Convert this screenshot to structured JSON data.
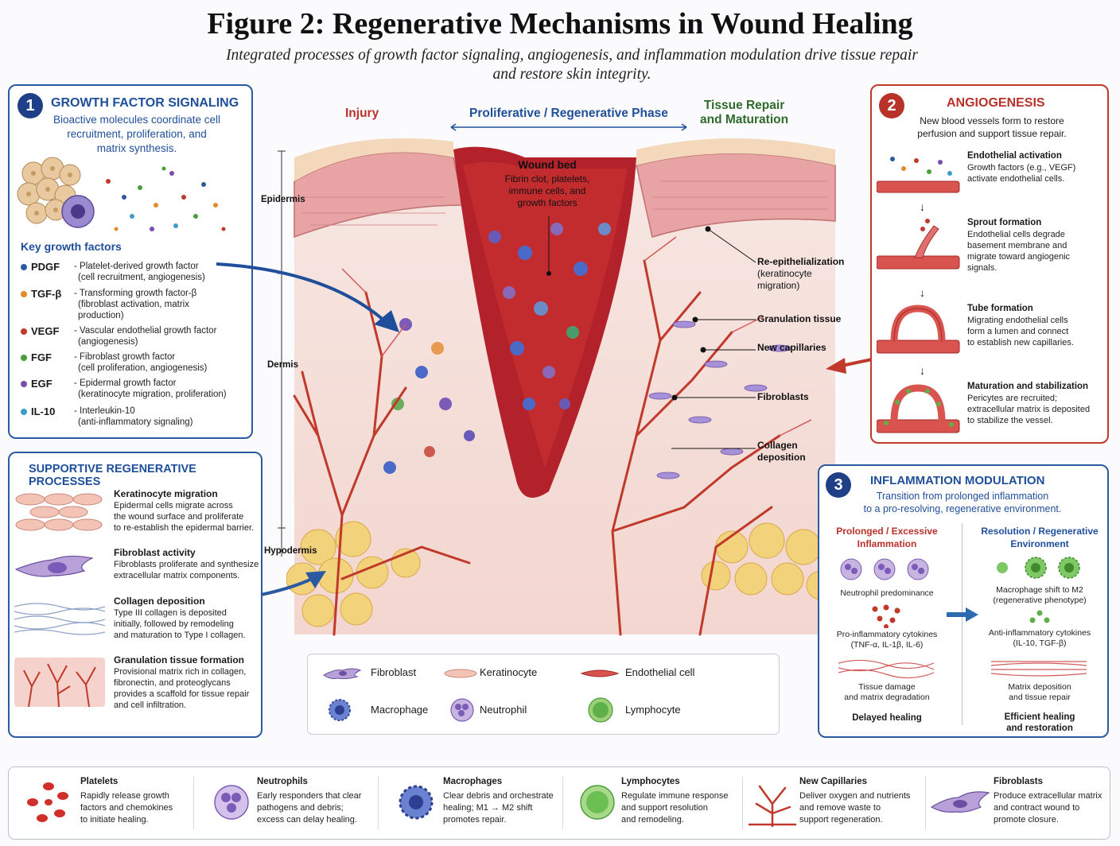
{
  "header": {
    "title": "Figure 2: Regenerative Mechanisms in Wound Healing",
    "subtitle_line1": "Integrated processes of growth factor signaling, angiogenesis, and inflammation modulation drive tissue repair",
    "subtitle_line2": "and restore skin integrity."
  },
  "growth_factor": {
    "number": "1",
    "title": "GROWTH FACTOR SIGNALING",
    "desc_lines": [
      "Bioactive molecules coordinate cell",
      "recruitment, proliferation, and",
      "matrix synthesis."
    ],
    "key_heading": "Key growth factors",
    "factors": [
      {
        "abbr": "PDGF",
        "color": "#2c5aa0",
        "line1": "- Platelet-derived growth factor",
        "line2": "(cell recruitment, angiogenesis)",
        "line3": ""
      },
      {
        "abbr": "TGF-β",
        "color": "#e58a2c",
        "line1": "- Transforming growth factor-β",
        "line2": "(fibroblast activation, matrix",
        "line3": "production)"
      },
      {
        "abbr": "VEGF",
        "color": "#c0392b",
        "line1": "- Vascular endothelial growth factor",
        "line2": "(angiogenesis)",
        "line3": ""
      },
      {
        "abbr": "FGF",
        "color": "#4a9d3a",
        "line1": "- Fibroblast growth factor",
        "line2": "(cell proliferation, angiogenesis)",
        "line3": ""
      },
      {
        "abbr": "EGF",
        "color": "#7b4bb0",
        "line1": "- Epidermal growth factor",
        "line2": "(keratinocyte migration, proliferation)",
        "line3": ""
      },
      {
        "abbr": "IL-10",
        "color": "#3d9cc9",
        "line1": "- Interleukin-10",
        "line2": "(anti-inflammatory signaling)",
        "line3": ""
      }
    ]
  },
  "supportive": {
    "title": "SUPPORTIVE REGENERATIVE PROCESSES",
    "items": [
      {
        "title": "Keratinocyte migration",
        "lines": [
          "Epidermal cells migrate across",
          "the wound surface and proliferate",
          "to re-establish the epidermal barrier."
        ]
      },
      {
        "title": "Fibroblast activity",
        "lines": [
          "Fibroblasts proliferate and synthesize",
          "extracellular matrix components."
        ]
      },
      {
        "title": "Collagen deposition",
        "lines": [
          "Type III collagen is deposited",
          "initially, followed by remodeling",
          "and maturation to Type I collagen."
        ]
      },
      {
        "title": "Granulation tissue formation",
        "lines": [
          "Provisional matrix rich in collagen,",
          "fibronectin, and proteoglycans",
          "provides a scaffold for tissue repair",
          "and cell infiltration."
        ]
      }
    ]
  },
  "angiogenesis": {
    "number": "2",
    "title": "ANGIOGENESIS",
    "desc_lines": [
      "New blood vessels form to restore",
      "perfusion and support tissue repair."
    ],
    "steps": [
      {
        "title": "Endothelial activation",
        "lines": [
          "Growth factors (e.g., VEGF)",
          "activate endothelial cells."
        ]
      },
      {
        "title": "Sprout formation",
        "lines": [
          "Endothelial cells degrade",
          "basement membrane and",
          "migrate toward angiogenic",
          "signals."
        ]
      },
      {
        "title": "Tube formation",
        "lines": [
          "Migrating endothelial cells",
          "form a lumen and connect",
          "to establish new capillaries."
        ]
      },
      {
        "title": "Maturation and stabilization",
        "lines": [
          "Pericytes are recruited;",
          "extracellular matrix is deposited",
          "to stabilize the vessel."
        ]
      }
    ]
  },
  "inflammation": {
    "number": "3",
    "title": "INFLAMMATION MODULATION",
    "desc_lines": [
      "Transition from prolonged inflammation",
      "to a pro-resolving, regenerative environment."
    ],
    "left": {
      "title_lines": [
        "Prolonged / Excessive",
        "Inflammation"
      ],
      "a": "Neutrophil predominance",
      "b1": "Pro-inflammatory cytokines",
      "b2": "(TNF-α, IL-1β, IL-6)",
      "c1": "Tissue damage",
      "c2": "and matrix degradation",
      "outcome": "Delayed healing"
    },
    "right": {
      "title_lines": [
        "Resolution / Regenerative",
        "Environment"
      ],
      "a1": "Macrophage shift to M2",
      "a2": "(regenerative phenotype)",
      "b1": "Anti-inflammatory cytokines",
      "b2": "(IL-10, TGF-β)",
      "c1": "Matrix deposition",
      "c2": "and tissue repair",
      "outcome1": "Efficient healing",
      "outcome2": "and restoration"
    }
  },
  "center": {
    "phase_injury": "Injury",
    "phase_prolif": "Proliferative / Regenerative Phase",
    "phase_repair1": "Tissue Repair",
    "phase_repair2": "and Maturation",
    "layer_epidermis": "Epidermis",
    "layer_dermis": "Dermis",
    "layer_hypodermis": "Hypodermis",
    "wound_title": "Wound bed",
    "wound_lines": [
      "Fibrin clot, platelets,",
      "immune cells, and",
      "growth factors"
    ],
    "labels": {
      "reepi_title": "Re-epithelialization",
      "reepi_l1": "(keratinocyte",
      "reepi_l2": "migration)",
      "granulation": "Granulation tissue",
      "capillaries": "New capillaries",
      "fibroblasts": "Fibroblasts",
      "collagen1": "Collagen",
      "collagen2": "deposition"
    }
  },
  "legend": {
    "fibroblast": "Fibroblast",
    "keratinocyte": "Keratinocyte",
    "endothelial": "Endothelial cell",
    "macrophage": "Macrophage",
    "neutrophil": "Neutrophil",
    "lymphocyte": "Lymphocyte"
  },
  "cells": [
    {
      "title": "Platelets",
      "lines": [
        "Rapidly release growth",
        "factors and chemokines",
        "to initiate healing."
      ]
    },
    {
      "title": "Neutrophils",
      "lines": [
        "Early responders that clear",
        "pathogens and debris;",
        "excess can delay healing."
      ]
    },
    {
      "title": "Macrophages",
      "lines": [
        "Clear debris and orchestrate",
        "healing; M1 → M2 shift",
        "promotes repair."
      ]
    },
    {
      "title": "Lymphocytes",
      "lines": [
        "Regulate immune response",
        "and support resolution",
        "and remodeling."
      ]
    },
    {
      "title": "New Capillaries",
      "lines": [
        "Deliver oxygen and nutrients",
        "and remove waste to",
        "support regeneration."
      ]
    },
    {
      "title": "Fibroblasts",
      "lines": [
        "Produce extracellular matrix",
        "and contract wound to",
        "promote closure."
      ]
    }
  ],
  "colors": {
    "blue": "#1f4f9a",
    "red": "#b8322a",
    "vessel": "#c0392b",
    "skin": "#e8a9a0",
    "fat": "#f2d27a"
  }
}
